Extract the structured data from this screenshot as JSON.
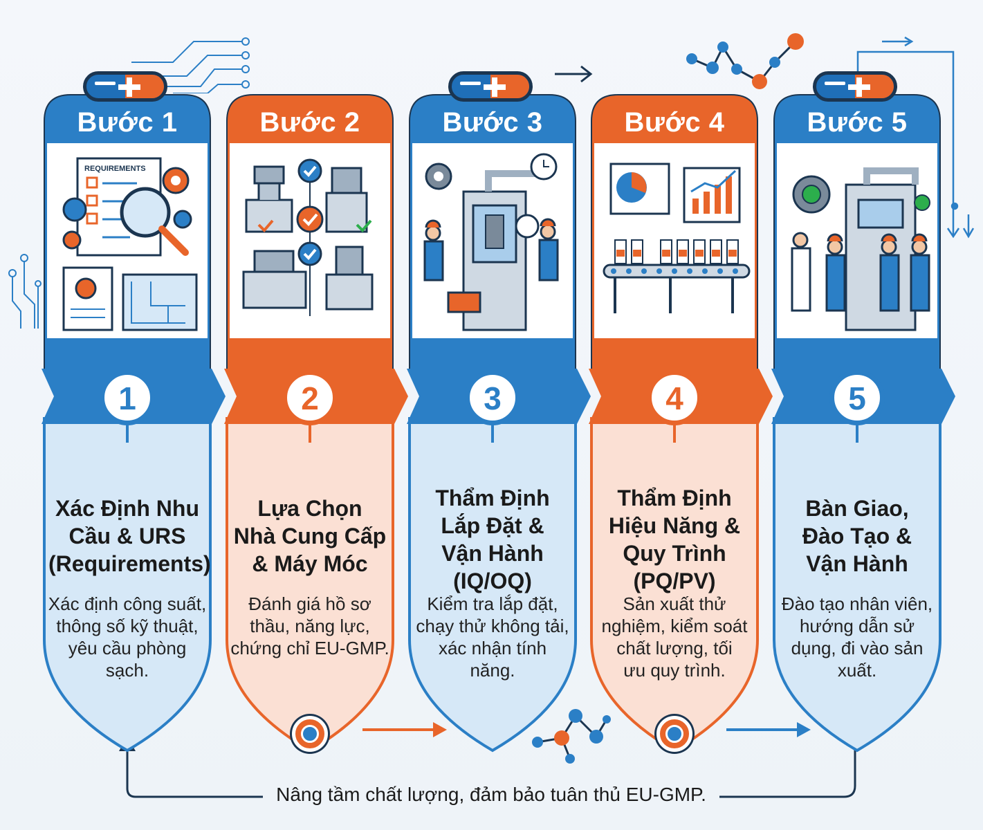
{
  "colors": {
    "blue": "#2b7fc6",
    "blue_dark": "#1b6cb4",
    "orange": "#e8652a",
    "navy": "#1b3550",
    "blue_light": "#d6e8f7",
    "orange_light": "#fbe0d4"
  },
  "steps": [
    {
      "label": "Bước 1",
      "number": "1",
      "heading": [
        "Xác Định Nhu",
        "Cầu & URS",
        "(Requirements)"
      ],
      "desc": [
        "Xác định công suất,",
        "thông số kỹ thuật,",
        "yêu cầu phòng",
        "sạch."
      ],
      "illus_text": "REQUIREMENTS",
      "icon": "requirements-document-icon"
    },
    {
      "label": "Bước 2",
      "number": "2",
      "heading": [
        "Lựa Chọn",
        "Nhà Cung Cấp",
        "& Máy Móc"
      ],
      "desc": [
        "Đánh giá hồ sơ",
        "thầu, năng lực,",
        "chứng chỉ EU-GMP."
      ],
      "icon": "machine-selection-icon"
    },
    {
      "label": "Bước 3",
      "number": "3",
      "heading": [
        "Thẩm Định",
        "Lắp Đặt &",
        "Vận Hành",
        "(IQ/OQ)"
      ],
      "desc": [
        "Kiểm tra lắp đặt,",
        "chạy thử không tải,",
        "xác nhận tính",
        "năng."
      ],
      "icon": "installation-engineers-icon"
    },
    {
      "label": "Bước 4",
      "number": "4",
      "heading": [
        "Thẩm Định",
        "Hiệu Năng &",
        "Quy Trình",
        "(PQ/PV)"
      ],
      "desc": [
        "Sản xuất thử",
        "nghiệm, kiểm soát",
        "chất lượng, tối",
        "ưu quy trình."
      ],
      "icon": "production-line-icon"
    },
    {
      "label": "Bước 5",
      "number": "5",
      "heading": [
        "Bàn Giao,",
        "Đào Tạo &",
        "Vận Hành"
      ],
      "desc": [
        "Đào tạo nhân viên,",
        "hướng dẫn sử",
        "dụng, đi vào sản",
        "xuất."
      ],
      "icon": "training-handover-icon"
    }
  ],
  "footer": "Nâng tầm chất lượng, đảm bảo tuân thủ EU-GMP."
}
